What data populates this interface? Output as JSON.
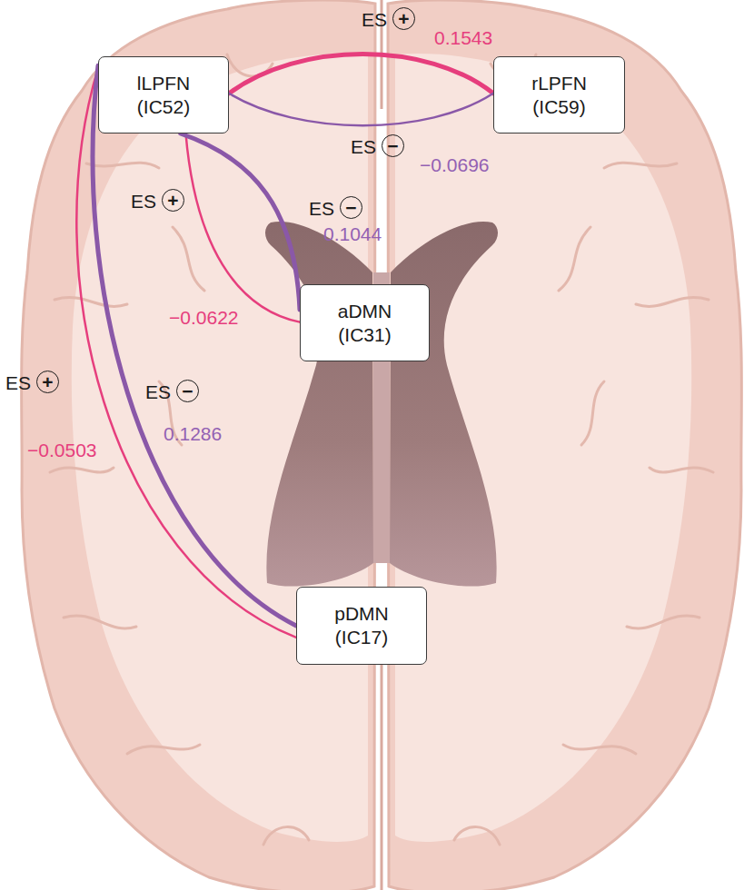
{
  "diagram": {
    "nodes": [
      {
        "text": [
          "lLPFN (IC52)"
        ]
      },
      {
        "text": [
          "rLPFN (IC59)"
        ]
      },
      {
        "text": [
          "aDMN (IC31)"
        ]
      },
      {
        "text": [
          "pDMN (IC17)"
        ]
      }
    ],
    "edges": [
      {
        "from": 0,
        "to": 1,
        "arrow": "none",
        "label": "0.1543"
      },
      {
        "from": 0,
        "to": 1,
        "arrow": "none",
        "label": "−0.0696"
      },
      {
        "from": 0,
        "to": 2,
        "arrow": "none",
        "label": "−0.0622"
      },
      {
        "from": 0,
        "to": 2,
        "arrow": "none",
        "label": "0.1044"
      },
      {
        "from": 0,
        "to": 3,
        "arrow": "none",
        "label": "−0.0503"
      },
      {
        "from": 0,
        "to": 3,
        "arrow": "none",
        "label": "0.1286"
      }
    ],
    "labels": [
      "ES",
      "+",
      "ES",
      "−",
      "ES",
      "+",
      "ES",
      "−",
      "ES",
      "+",
      "ES",
      "−"
    ]
  }
}
